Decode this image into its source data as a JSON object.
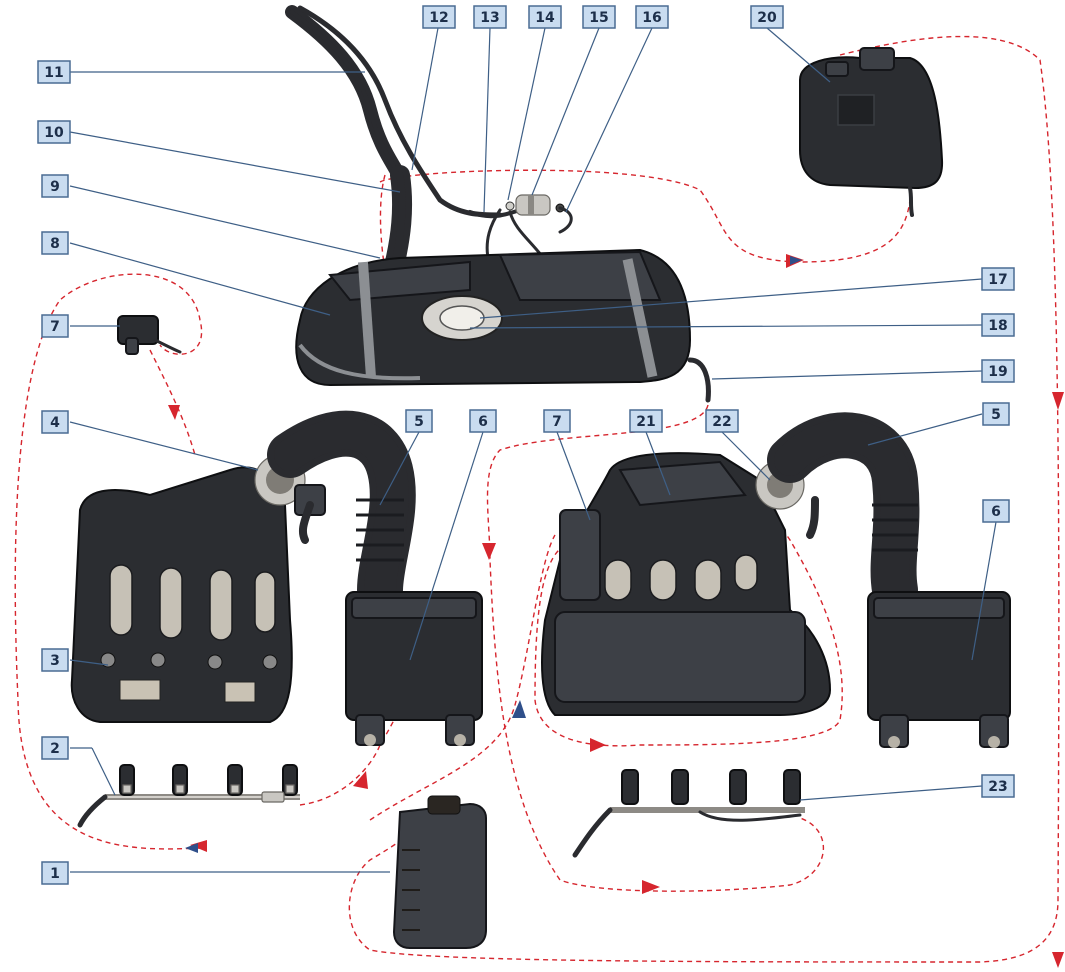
{
  "callouts": [
    {
      "label": "1"
    },
    {
      "label": "2"
    },
    {
      "label": "3"
    },
    {
      "label": "4"
    },
    {
      "label": "5"
    },
    {
      "label": "5"
    },
    {
      "label": "6"
    },
    {
      "label": "6"
    },
    {
      "label": "7"
    },
    {
      "label": "7"
    },
    {
      "label": "8"
    },
    {
      "label": "9"
    },
    {
      "label": "10"
    },
    {
      "label": "11"
    },
    {
      "label": "12"
    },
    {
      "label": "13"
    },
    {
      "label": "14"
    },
    {
      "label": "15"
    },
    {
      "label": "16"
    },
    {
      "label": "17"
    },
    {
      "label": "18"
    },
    {
      "label": "19"
    },
    {
      "label": "20"
    },
    {
      "label": "21"
    },
    {
      "label": "22"
    },
    {
      "label": "23"
    }
  ],
  "colors": {
    "callout_fill": "#c9dcf0",
    "callout_stroke": "#4a6c93",
    "flow_line": "#d6262e",
    "flow_arrow_blue": "#2f4f8a",
    "parts": "#2b2d31"
  }
}
